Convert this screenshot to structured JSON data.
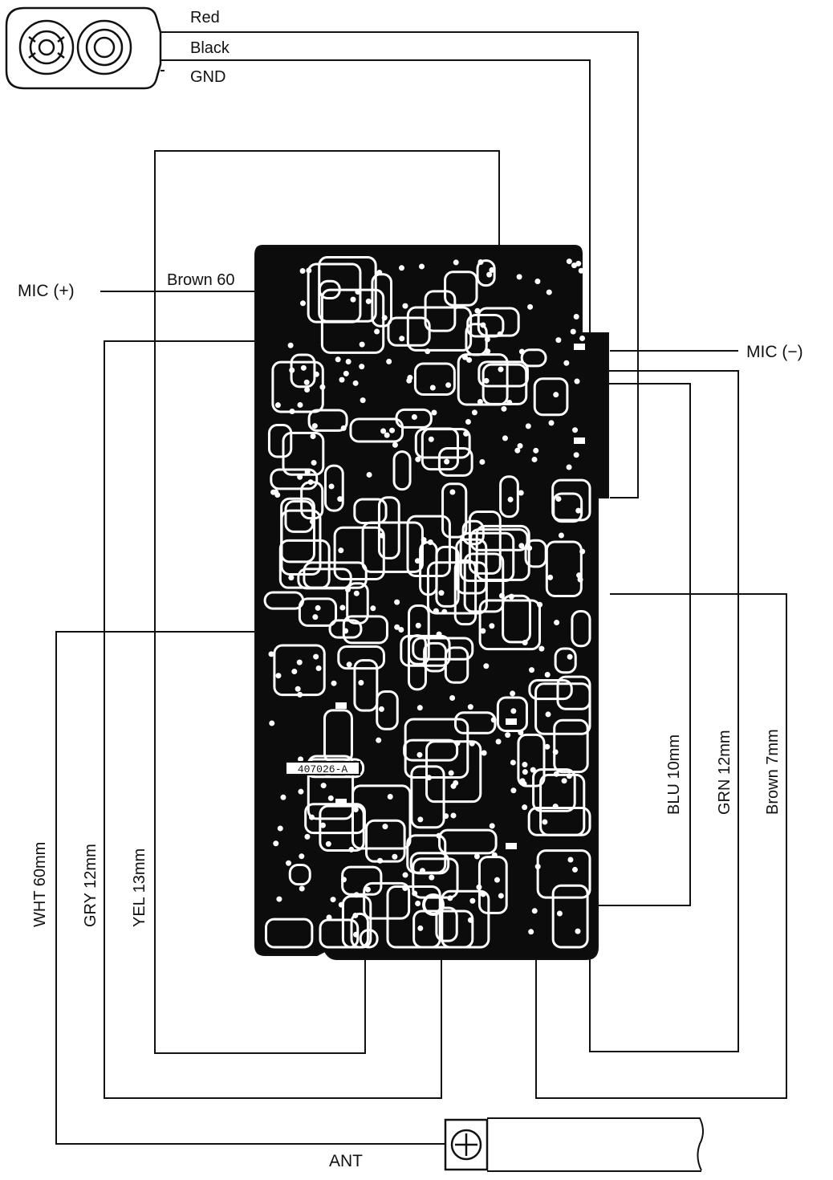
{
  "connector_wires": {
    "red": "Red",
    "black": "Black",
    "gnd": "GND"
  },
  "mic": {
    "plus": "MIC (+)",
    "minus": "MIC (−)",
    "brown_lead": "Brown 60"
  },
  "pcb": {
    "part_number": "407026-A"
  },
  "leads_left": {
    "wht": "WHT 60mm",
    "gry": "GRY 12mm",
    "yel": "YEL 13mm"
  },
  "leads_right": {
    "blu": "BLU 10mm",
    "grn": "GRN 12mm",
    "brown": "Brown 7mm"
  },
  "antenna": {
    "label": "ANT"
  },
  "colors": {
    "ink": "#111111",
    "paper": "#ffffff"
  }
}
